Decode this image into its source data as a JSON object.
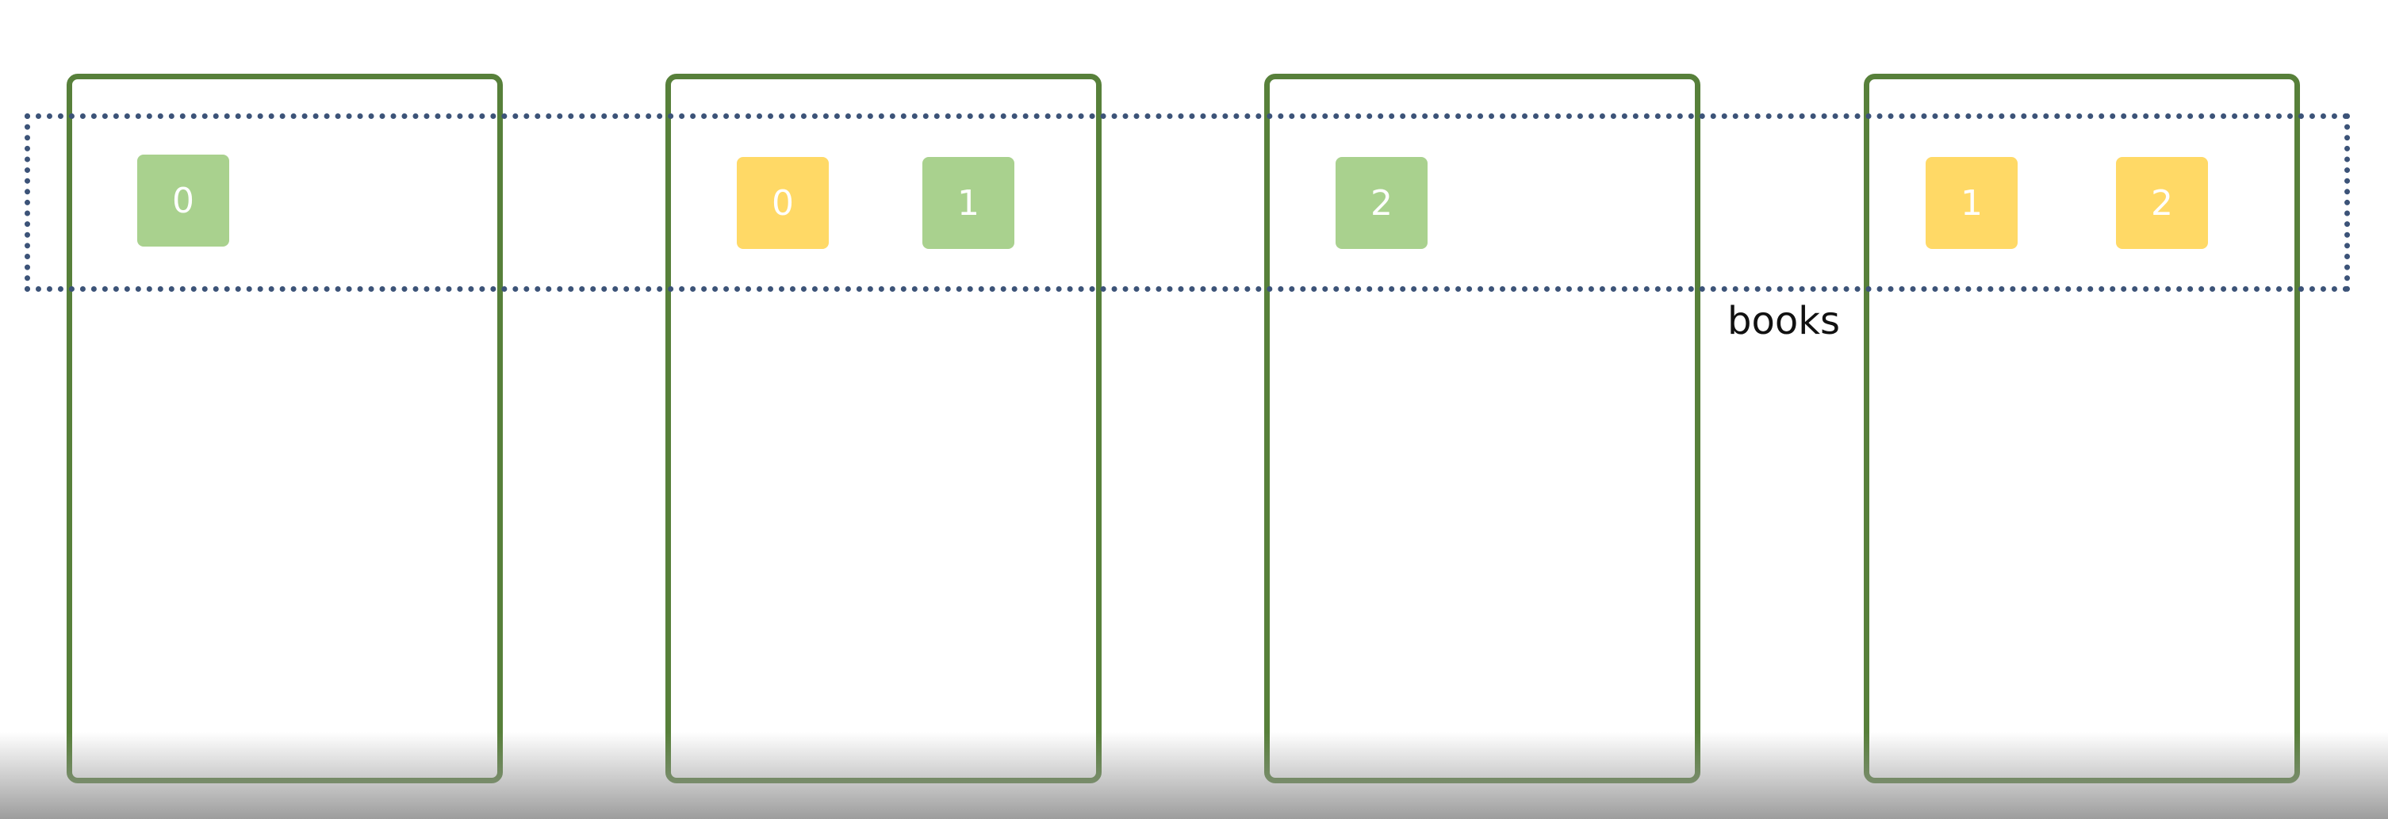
{
  "diagram": {
    "collection": {
      "label": "books"
    },
    "nodes": [
      {
        "shards": [
          {
            "label": "0",
            "role": "primary"
          }
        ]
      },
      {
        "shards": [
          {
            "label": "0",
            "role": "replica"
          },
          {
            "label": "1",
            "role": "primary"
          }
        ]
      },
      {
        "shards": [
          {
            "label": "2",
            "role": "primary"
          }
        ]
      },
      {
        "shards": [
          {
            "label": "1",
            "role": "replica"
          },
          {
            "label": "2",
            "role": "replica"
          }
        ]
      }
    ]
  },
  "colors": {
    "node_border": "#57803a",
    "collection_border": "#3c5378",
    "primary_shard": "#a9d18e",
    "replica_shard": "#ffd966"
  }
}
